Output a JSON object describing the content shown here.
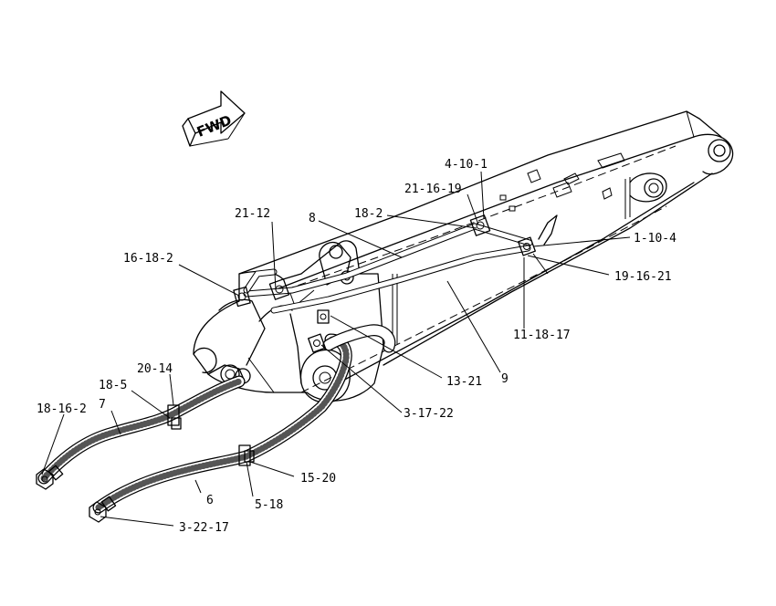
{
  "diagram": {
    "fwd_label": "FWD",
    "callouts": {
      "c_4_10_1": "4-10-1",
      "c_21_16_19": "21-16-19",
      "c_18_2": "18-2",
      "c_8": "8",
      "c_21_12": "21-12",
      "c_16_18_2": "16-18-2",
      "c_1_10_4": "1-10-4",
      "c_19_16_21": "19-16-21",
      "c_11_18_17": "11-18-17",
      "c_9": "9",
      "c_13_21": "13-21",
      "c_3_17_22": "3-17-22",
      "c_20_14": "20-14",
      "c_18_5": "18-5",
      "c_7": "7",
      "c_18_16_2": "18-16-2",
      "c_15_20": "15-20",
      "c_6": "6",
      "c_5_18": "5-18",
      "c_3_22_17": "3-22-17"
    }
  }
}
